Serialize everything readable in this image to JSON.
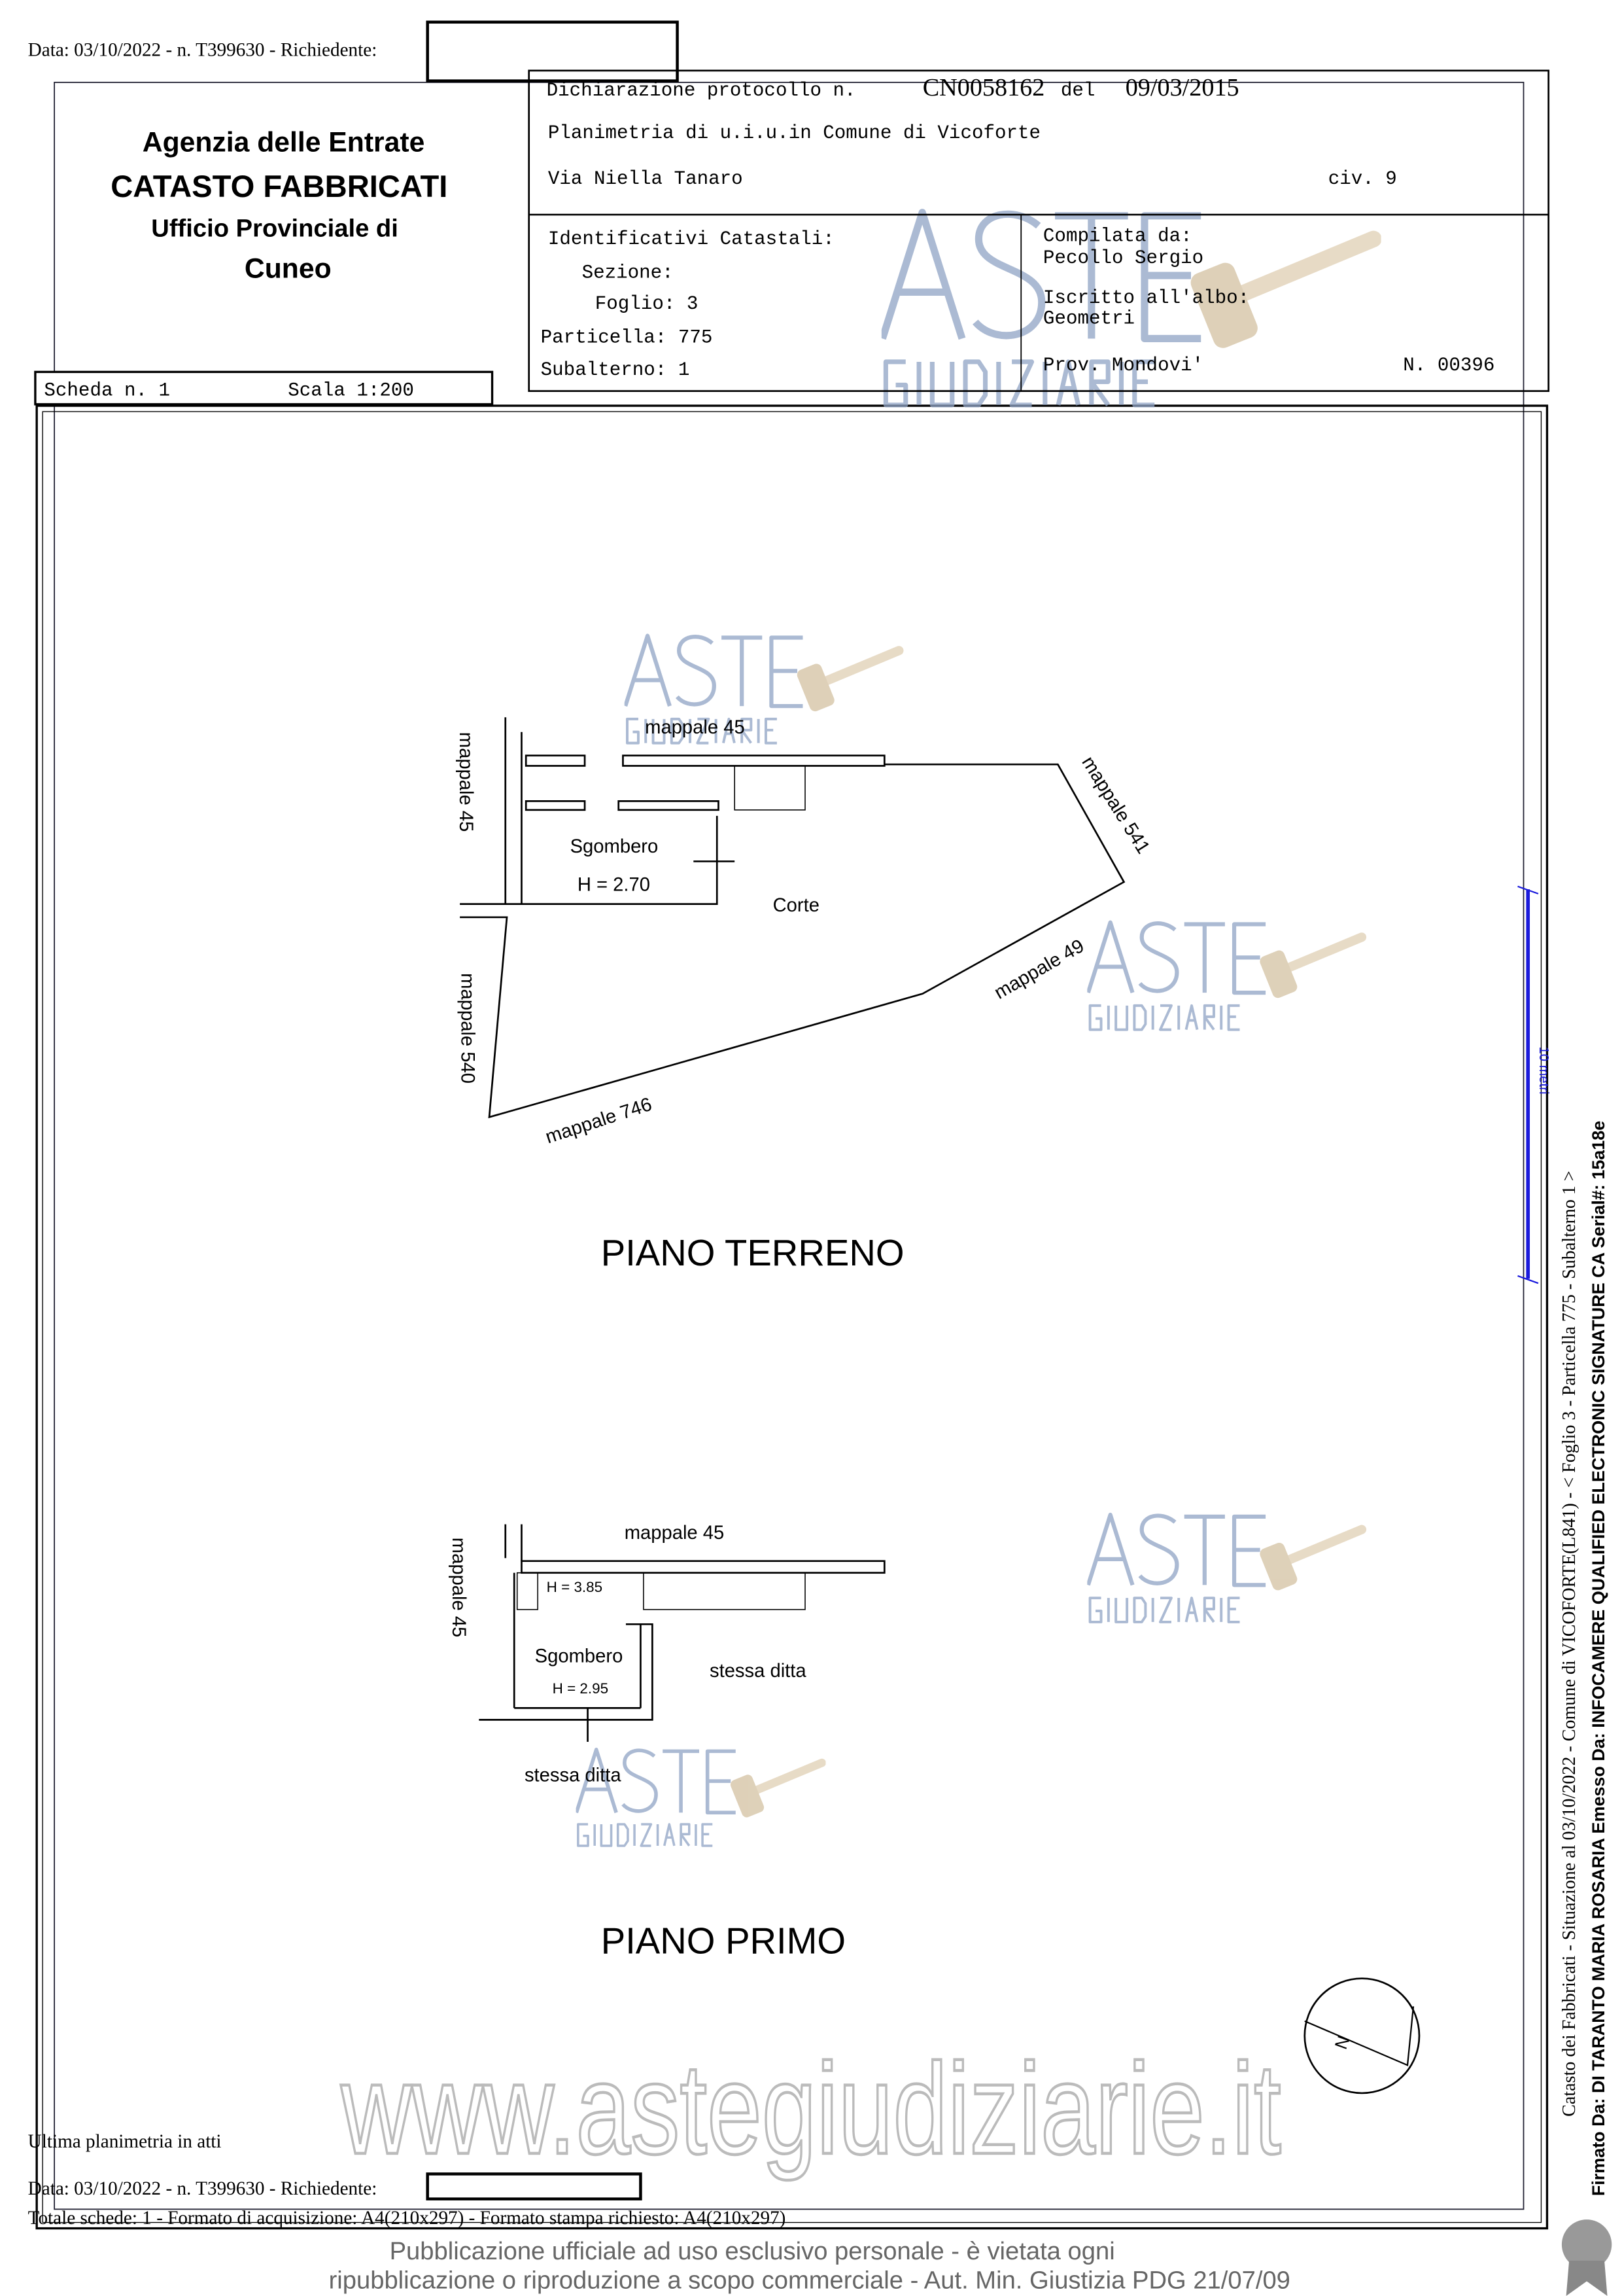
{
  "header": {
    "request_line": "Data: 03/10/2022 - n. T399630 - Richiedente:",
    "agency": "Agenzia delle Entrate",
    "department": "CATASTO FABBRICATI",
    "office": "Ufficio Provinciale di",
    "province": "Cuneo",
    "declaration_label": "Dichiarazione protocollo n.",
    "protocol_number": "CN0058162",
    "del_label": "del",
    "protocol_date": "09/03/2015",
    "plan_line": "Planimetria di u.i.u.in Comune di Vicoforte",
    "address": "Via Niella Tanaro",
    "civic": "civ. 9",
    "ids_title": "Identificativi Catastali:",
    "sezione": "Sezione:",
    "foglio": "Foglio: 3",
    "particella": "Particella: 775",
    "subalterno": "Subalterno: 1",
    "compiled_by_label": "Compilata da:",
    "compiled_by": "Pecollo Sergio",
    "register_label": "Iscritto all'albo:",
    "register": "Geometri",
    "prov": "Prov. Mondovi'",
    "register_number": "N. 00396",
    "scheda": "Scheda n. 1",
    "scala": "Scala 1:200"
  },
  "plan_ground": {
    "title": "PIANO TERRENO",
    "labels": [
      "mappale 45",
      "mappale 45",
      "mappale 541",
      "Sgombero",
      "H = 2.70",
      "Corte",
      "mappale 49",
      "mappale 540",
      "mappale 746"
    ]
  },
  "plan_first": {
    "title": "PIANO PRIMO",
    "labels": [
      "mappale 45",
      "mappale 45",
      "H = 3.85",
      "Sgombero",
      "H = 2.95",
      "stessa ditta",
      "stessa ditta"
    ]
  },
  "scale_bar": "10 metri",
  "side": {
    "line1": "Catasto dei Fabbricati - Situazione al 03/10/2022 - Comune di VICOFORTE(L841) - < Foglio 3 - Particella  775 - Subalterno 1 >",
    "line2": "Firmato Da: DI TARANTO MARIA ROSARIA Emesso Da: INFOCAMERE QUALIFIED ELECTRONIC SIGNATURE CA Serial#: 15a18e"
  },
  "footer": {
    "last_plan": "Ultima planimetria in atti",
    "request_line": "Data: 03/10/2022 - n. T399630 - Richiedente:",
    "totals": "Totale schede: 1 - Formato di acquisizione: A4(210x297) - Formato stampa richiesto: A4(210x297)"
  },
  "watermark": {
    "logo_top": "ASTE",
    "logo_bottom": "GIUDIZIARIE",
    "site": "www.astegiudiziarie.it",
    "notice1": "Pubblicazione ufficiale ad uso esclusivo personale - è vietata ogni",
    "notice2": "ripubblicazione o riproduzione a scopo commerciale - Aut. Min. Giustizia PDG 21/07/09"
  },
  "compass_label": "N"
}
